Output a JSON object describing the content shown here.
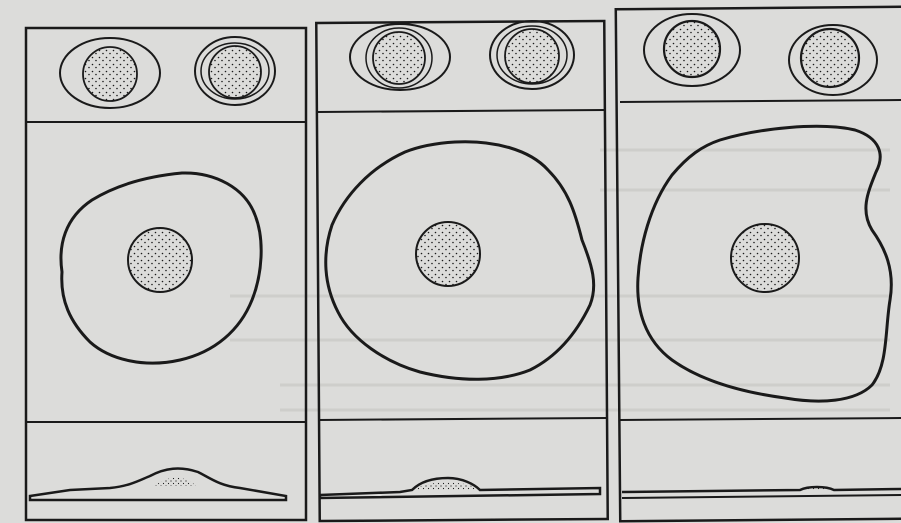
{
  "figure": {
    "panel_count": 3,
    "colors": {
      "paper": "#dcdcda",
      "paper_shade": "#cfcfcc",
      "ink": "#1a1a1a",
      "show_through_text": "#b8b8b4"
    },
    "stages": [
      {
        "cell_spreading": "small"
      },
      {
        "cell_spreading": "medium"
      },
      {
        "cell_spreading": "large"
      }
    ]
  }
}
